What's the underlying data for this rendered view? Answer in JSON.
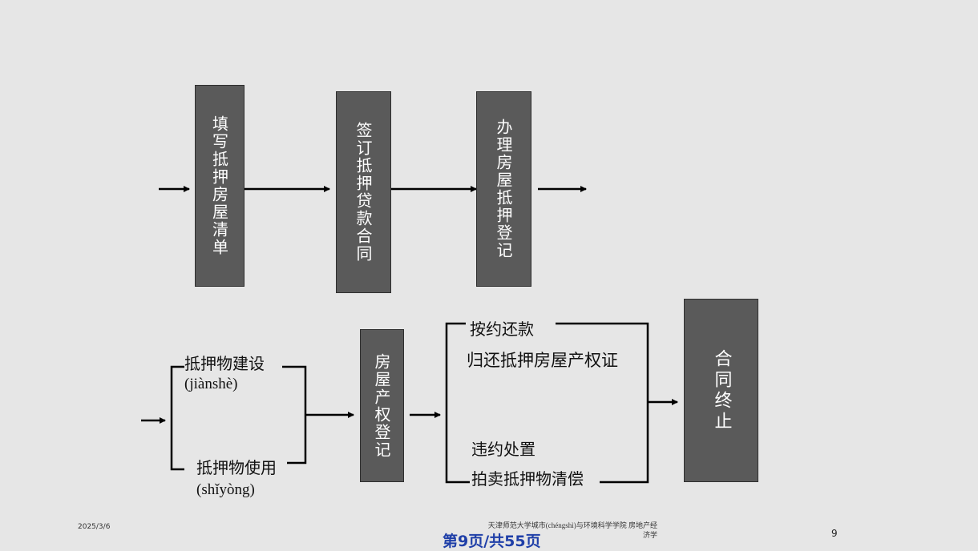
{
  "steps_top": [
    {
      "text": "填写抵押房屋清单"
    },
    {
      "text": "签订抵押贷款合同"
    },
    {
      "text": "办理房屋抵押登记"
    }
  ],
  "bottom": {
    "construction": "抵押物建设",
    "construction_pinyin": "(jiànshè)",
    "usage": "抵押物使用",
    "usage_pinyin": "(shǐyòng)",
    "registration_box": "房屋产权登记",
    "repay": "按约还款",
    "return_cert": "归还抵押房屋产权证",
    "default": "违约处置",
    "auction": "拍卖抵押物清偿",
    "terminate_box": "合同终止"
  },
  "footer": {
    "date": "2025/3/6",
    "institution": "天津师范大学城市(chéngshì)与环境科学学院 房地产经济学",
    "page_label": "第9页/共55页",
    "slide_number": "9"
  }
}
